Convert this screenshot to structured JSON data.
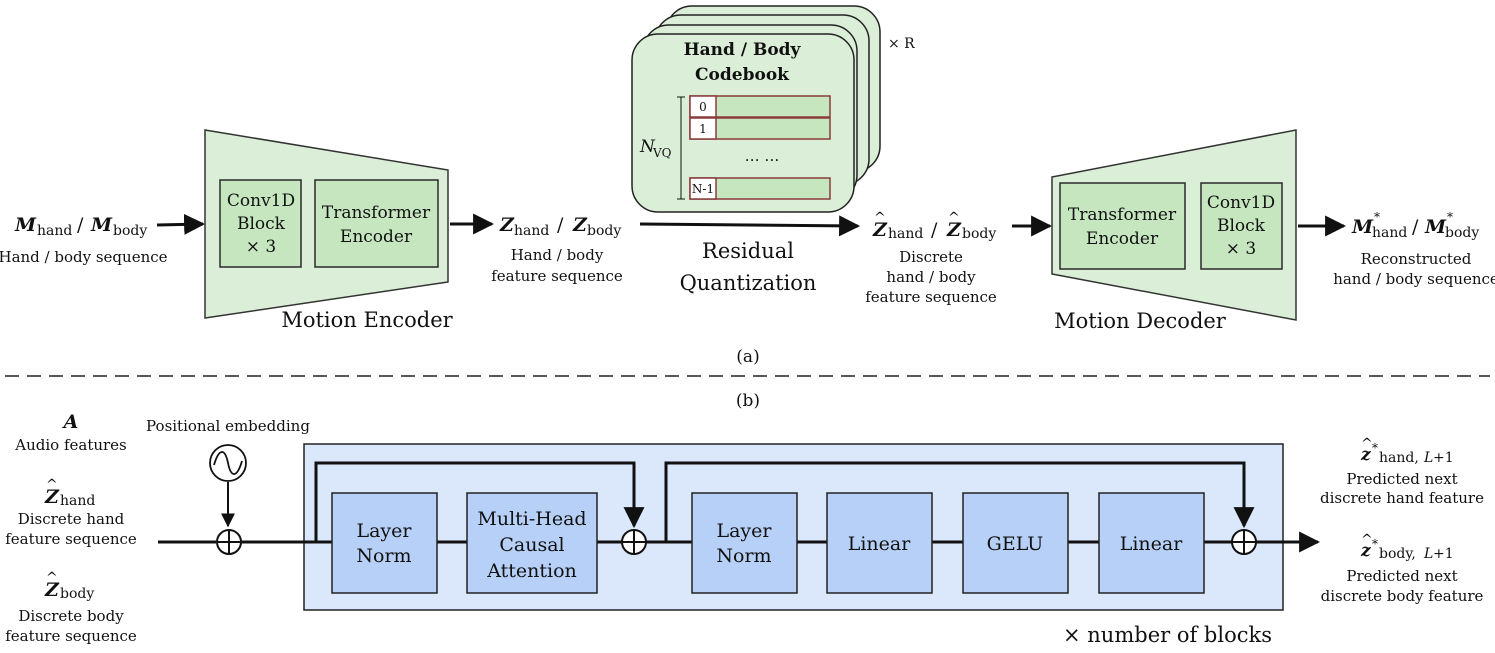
{
  "part_a": {
    "input": {
      "label": "M_hand / M_body",
      "sub": "M",
      "desc": "Hand / body sequence"
    },
    "encoder": {
      "name": "Motion Encoder",
      "conv_block": [
        "Conv1D",
        "Block",
        "× 3"
      ],
      "transformer": [
        "Transformer",
        "Encoder"
      ]
    },
    "feature": {
      "desc": [
        "Hand / body",
        "feature sequence"
      ]
    },
    "quantization": {
      "name": [
        "Residual",
        "Quantization"
      ],
      "codebook_title": [
        "Hand / Body",
        "Codebook"
      ],
      "repeat": "× R",
      "nvq_label": "N",
      "nvq_sub": "VQ",
      "rows": [
        "0",
        "1",
        "N-1"
      ],
      "ellipsis": "… …"
    },
    "discrete": {
      "desc": [
        "Discrete",
        "hand / body",
        "feature sequence"
      ]
    },
    "decoder": {
      "name": "Motion Decoder",
      "transformer": [
        "Transformer",
        "Encoder"
      ],
      "conv_block": [
        "Conv1D",
        "Block",
        "× 3"
      ]
    },
    "output": {
      "desc": [
        "Reconstructed",
        "hand / body sequence"
      ]
    },
    "caption": "(a)"
  },
  "part_b": {
    "caption": "(b)",
    "audio": {
      "symbol": "A",
      "desc": "Audio features"
    },
    "hand_in": {
      "desc": [
        "Discrete hand",
        "feature sequence"
      ]
    },
    "body_in": {
      "desc": [
        "Discrete body",
        "feature sequence"
      ]
    },
    "pos_embed": "Positional embedding",
    "blocks": {
      "layer_norm_1": [
        "Layer",
        "Norm"
      ],
      "attention": [
        "Multi-Head",
        "Causal",
        "Attention"
      ],
      "layer_norm_2": [
        "Layer",
        "Norm"
      ],
      "linear_1": "Linear",
      "gelu": "GELU",
      "linear_2": "Linear"
    },
    "repeat": "× number of blocks",
    "out_hand": {
      "desc": [
        "Predicted next",
        "discrete hand feature"
      ]
    },
    "out_body": {
      "desc": [
        "Predicted next",
        "discrete body feature"
      ]
    }
  },
  "colors": {
    "green_fill": "#dbeed7",
    "green_box": "#c6e6c0",
    "green_stroke": "#2a2a2a",
    "blue_fill": "#dbe7fb",
    "blue_box": "#b6d0f7",
    "code_row_stroke": "#8a3a3a"
  }
}
